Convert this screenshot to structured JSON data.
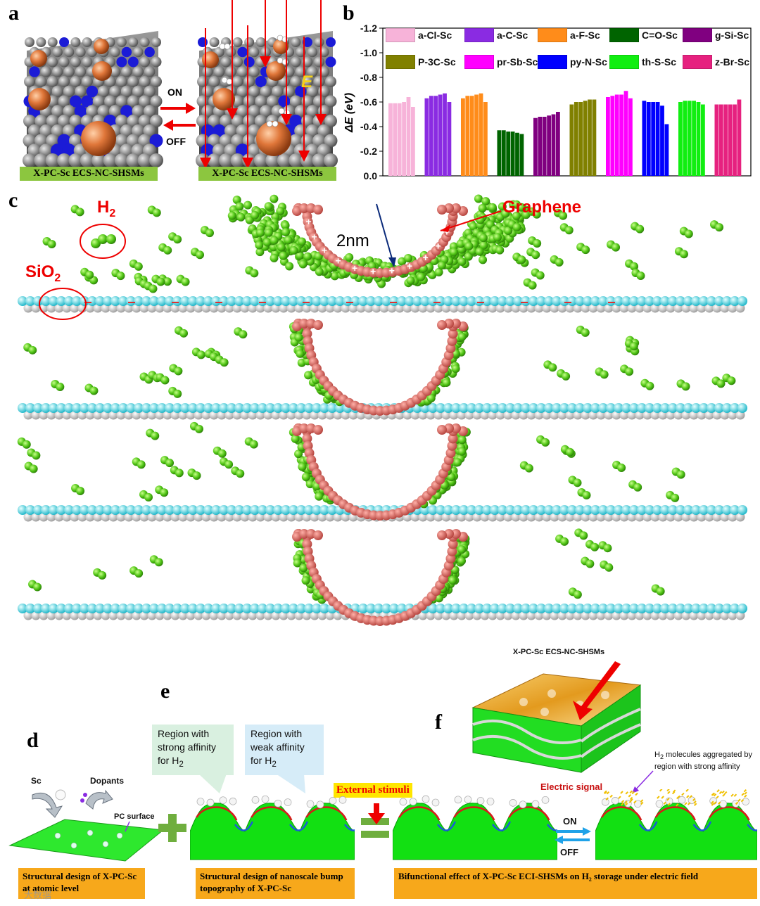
{
  "panels": {
    "a": "a",
    "b": "b",
    "c": "c",
    "d": "d",
    "e": "e",
    "f": "f"
  },
  "panel_a": {
    "left_caption": "X-PC-Sc ECS-NC-SHSMs",
    "right_caption": "X-PC-Sc ECS-NC-SHSMs",
    "on_label": "ON",
    "off_label": "OFF",
    "field_label": "E"
  },
  "chart_data": {
    "type": "bar",
    "ylabel": "ΔE (eV)",
    "ylim": [
      0.0,
      -1.2
    ],
    "y_ticks": [
      "-1.2",
      "-1.0",
      "-0.8",
      "-0.6",
      "-0.4",
      "-0.2",
      "0.0"
    ],
    "legend_placement": "top",
    "series": [
      {
        "name": "a-Cl-Sc",
        "color": "#f7b3d9",
        "values": [
          -0.59,
          -0.59,
          -0.59,
          -0.6,
          -0.64,
          -0.56
        ]
      },
      {
        "name": "a-C-Sc",
        "color": "#8a2be2",
        "values": [
          -0.63,
          -0.65,
          -0.65,
          -0.66,
          -0.67,
          -0.6
        ]
      },
      {
        "name": "a-F-Sc",
        "color": "#ff8c1a",
        "values": [
          -0.63,
          -0.65,
          -0.65,
          -0.66,
          -0.67,
          -0.6
        ]
      },
      {
        "name": "C=O-Sc",
        "color": "#006400",
        "values": [
          -0.37,
          -0.37,
          -0.36,
          -0.36,
          -0.35,
          -0.34
        ]
      },
      {
        "name": "g-Si-Sc",
        "color": "#800080",
        "values": [
          -0.47,
          -0.48,
          -0.48,
          -0.49,
          -0.5,
          -0.52
        ]
      },
      {
        "name": "P-3C-Sc",
        "color": "#808000",
        "values": [
          -0.58,
          -0.6,
          -0.6,
          -0.61,
          -0.62,
          -0.62
        ]
      },
      {
        "name": "pr-Sb-Sc",
        "color": "#ff00ff",
        "values": [
          -0.64,
          -0.65,
          -0.66,
          -0.66,
          -0.69,
          -0.63
        ]
      },
      {
        "name": "py-N-Sc",
        "color": "#0000ff",
        "values": [
          -0.61,
          -0.6,
          -0.6,
          -0.6,
          -0.57,
          -0.42
        ]
      },
      {
        "name": "th-S-Sc",
        "color": "#11ee11",
        "values": [
          -0.6,
          -0.61,
          -0.61,
          -0.61,
          -0.6,
          -0.58
        ]
      },
      {
        "name": "z-Br-Sc",
        "color": "#e6217f",
        "values": [
          -0.58,
          -0.58,
          -0.58,
          -0.58,
          -0.58,
          -0.62
        ]
      }
    ]
  },
  "panel_c": {
    "h2_label": "H",
    "h2_sub": "2",
    "sio2_label": "SiO",
    "sio2_sub": "2",
    "graphene_label": "Graphene",
    "scale_label": "2nm"
  },
  "panel_d": {
    "sc_label": "Sc",
    "dopants_label": "Dopants",
    "pc_surface_label": "PC surface",
    "caption": "Structural design of X-PC-Sc at atomic level"
  },
  "panel_e": {
    "strong_callout": "Region with strong affinity for H",
    "weak_callout": "Region with weak affinity for H",
    "h_sub": "2",
    "stimuli_label": "External stimuli",
    "caption": "Structural design of nanoscale bump topography of X-PC-Sc"
  },
  "panel_f": {
    "material_label": "X-PC-Sc ECS-NC-SHSMs",
    "electric_signal": "Electric signal",
    "h2_note_pre": "H",
    "h2_note_sub": "2",
    "h2_note": " molecules aggregated by region with strong affinity",
    "on_label": "ON",
    "off_label": "OFF",
    "caption": "Bifunctional effect of X-PC-Sc ECI-SHSMs on H₂ storage under electric field"
  },
  "watermark": "大数据"
}
